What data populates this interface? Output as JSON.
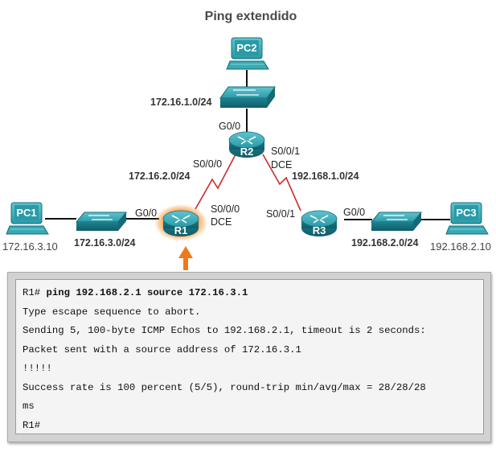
{
  "title": "Ping extendido",
  "devices": {
    "pc1": "PC1",
    "pc2": "PC2",
    "pc3": "PC3",
    "r1": "R1",
    "r2": "R2",
    "r3": "R3"
  },
  "networks": {
    "lan_pc2": "172.16.1.0/24",
    "lan_pc1": "172.16.3.0/24",
    "lan_pc3": "192.168.2.0/24",
    "wan_r1_r2": "172.16.2.0/24",
    "wan_r2_r3": "192.168.1.0/24"
  },
  "hosts": {
    "pc1_ip": "172.16.3.10",
    "pc3_ip": "192.168.2.10"
  },
  "ports": {
    "r2_g00": "G0/0",
    "r2_s000": "S0/0/0",
    "r2_s001": "S0/0/1",
    "r2_dce": "DCE",
    "r1_g00": "G0/0",
    "r1_s000": "S0/0/0",
    "r1_dce": "DCE",
    "r3_s001": "S0/0/1",
    "r3_g00": "G0/0"
  },
  "console": {
    "prompt": "R1#",
    "command": "ping 192.168.2.1 source 172.16.3.1",
    "lines": [
      "Type escape sequence to abort.",
      "Sending 5, 100-byte ICMP Echos to 192.168.2.1, timeout is 2 seconds:",
      "Packet sent with a source address of 172.16.3.1",
      "!!!!!",
      "Success rate is 100 percent (5/5), round-trip min/avg/max = 28/28/28",
      "ms",
      "R1#"
    ]
  },
  "colors": {
    "device_teal": "#1f8a97",
    "serial_link": "#cc2a2a",
    "highlight": "#f07a1a"
  }
}
